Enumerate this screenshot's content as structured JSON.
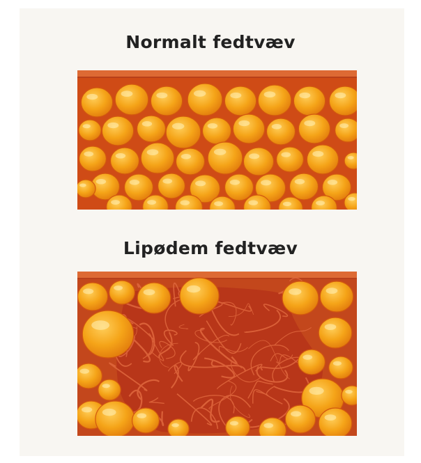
{
  "panels": [
    {
      "title": "Normalt fedtvæv",
      "kind": "normal",
      "colors": {
        "skin": "#dd6a34",
        "stroma": "#cf4b16",
        "cell": "#f5a418",
        "cell_highlight": "#ffce5a",
        "cell_shadow": "#e17a0c"
      }
    },
    {
      "title": "Lipødem fedtvæv",
      "kind": "lipedema",
      "colors": {
        "skin": "#dd6a34",
        "stroma": "#c3471c",
        "fibrosis_fill": "#b83619",
        "fibers": "#e0683e",
        "cell": "#f5a418",
        "cell_highlight": "#ffce5a",
        "cell_shadow": "#e17a0c"
      }
    }
  ]
}
